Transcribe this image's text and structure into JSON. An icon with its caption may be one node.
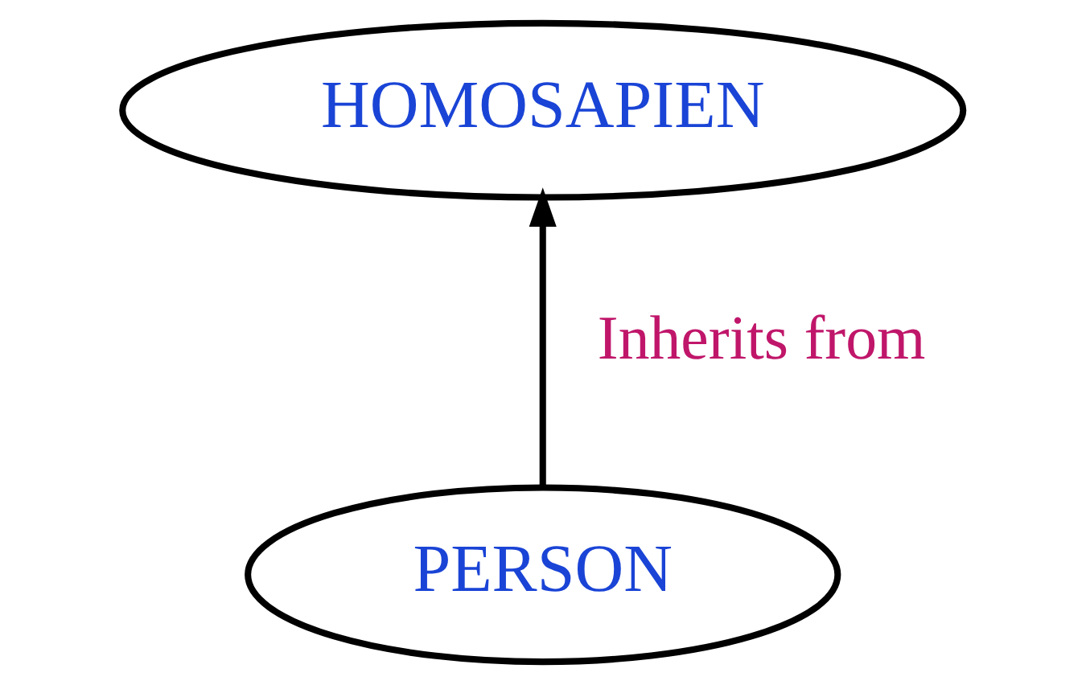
{
  "diagram": {
    "nodes": [
      {
        "text": [
          "HOMOSAPIEN"
        ]
      },
      {
        "text": [
          "PERSON"
        ]
      }
    ],
    "edges": [
      {
        "from": 1,
        "to": 0,
        "arrow": "to",
        "label": "Inherits from"
      }
    ]
  }
}
